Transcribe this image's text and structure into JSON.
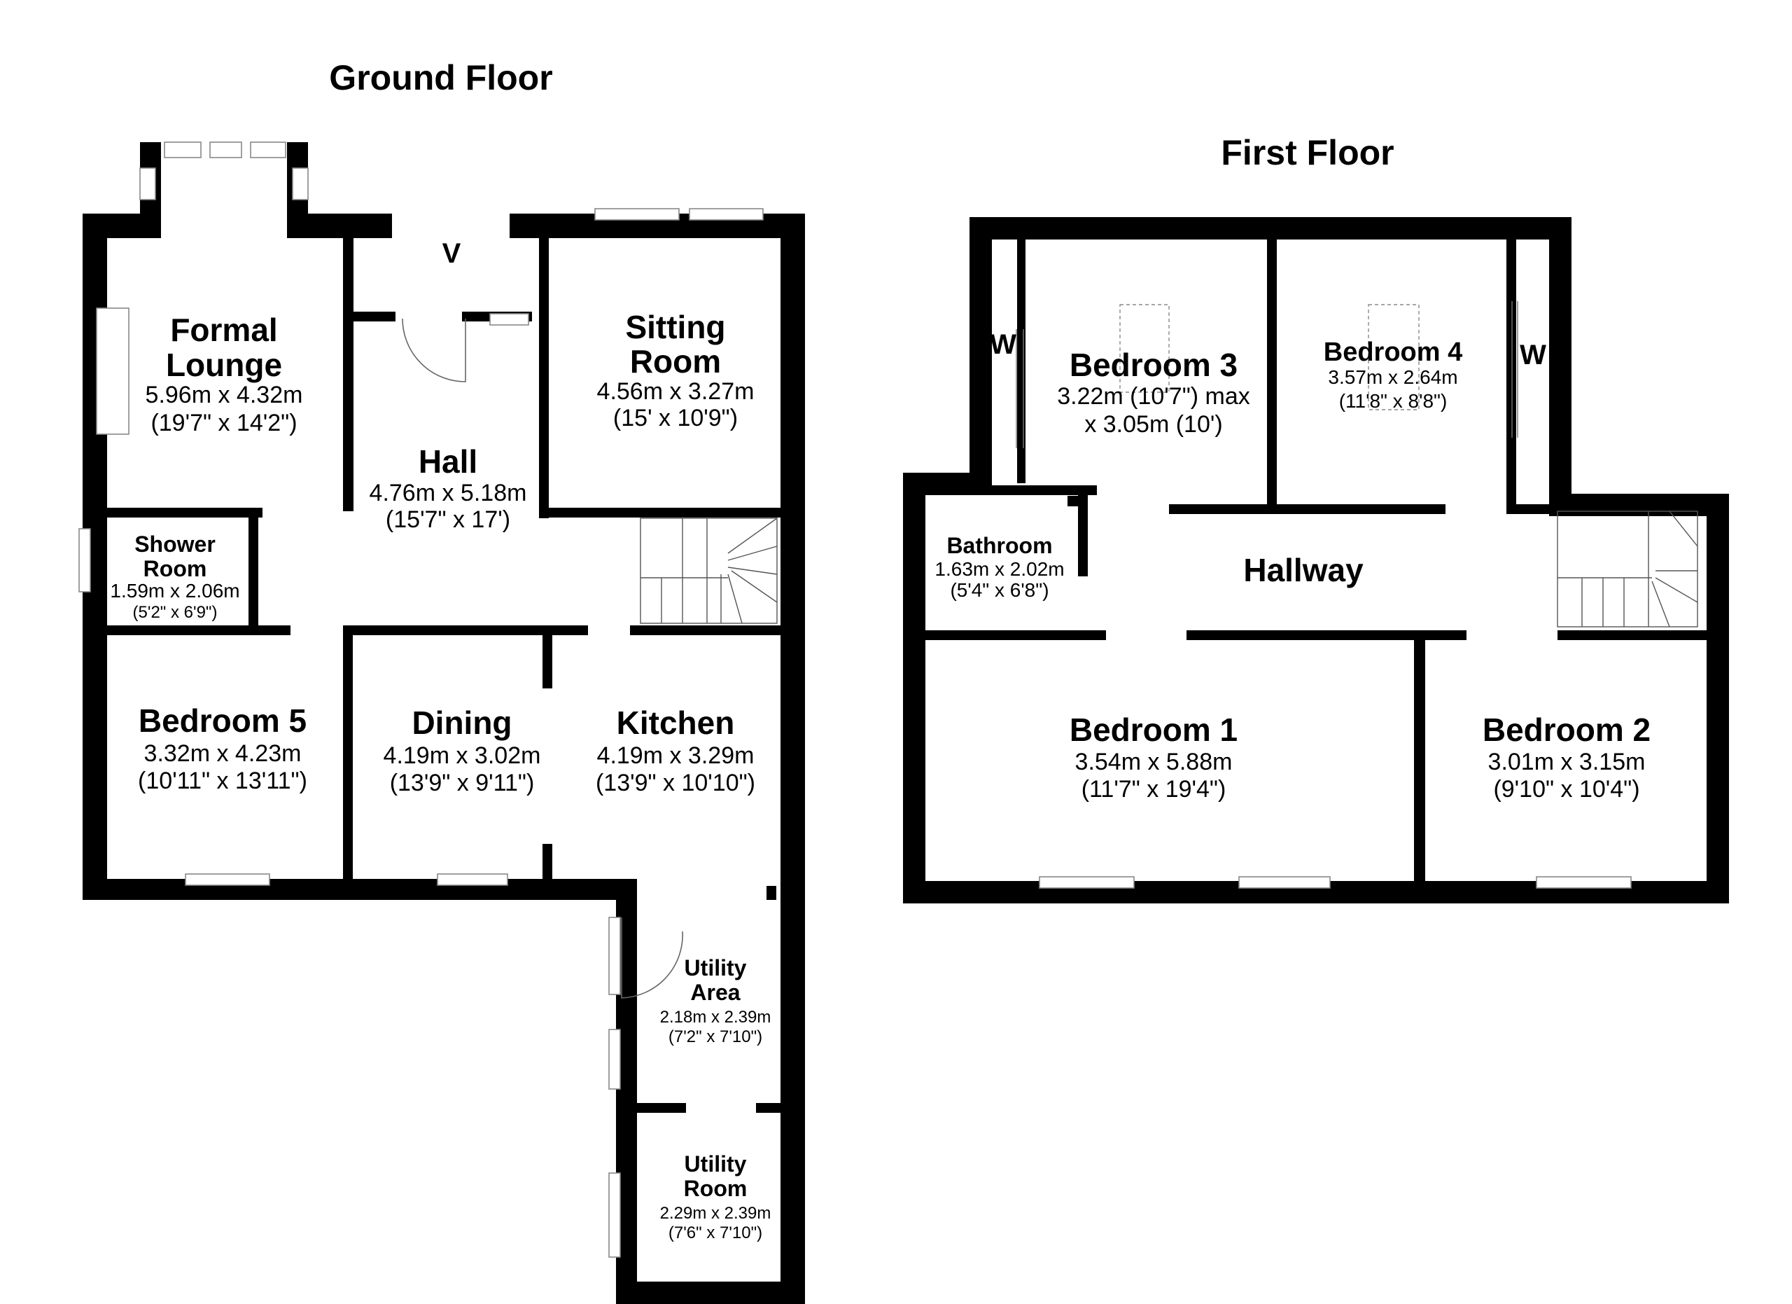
{
  "titles": {
    "ground": "Ground Floor",
    "first": "First Floor"
  },
  "ground": {
    "formal_lounge": {
      "name1": "Formal",
      "name2": "Lounge",
      "dim": "5.96m x 4.32m",
      "imp": "(19'7\" x 14'2\")"
    },
    "hall": {
      "name": "Hall",
      "dim": "4.76m x 5.18m",
      "imp": "(15'7\" x 17')"
    },
    "sitting_room": {
      "name1": "Sitting",
      "name2": "Room",
      "dim": "4.56m x 3.27m",
      "imp": "(15' x 10'9\")"
    },
    "shower_room": {
      "name1": "Shower",
      "name2": "Room",
      "dim": "1.59m x 2.06m",
      "imp": "(5'2\" x 6'9\")"
    },
    "bedroom5": {
      "name": "Bedroom 5",
      "dim": "3.32m x 4.23m",
      "imp": "(10'11\" x 13'11\")"
    },
    "dining": {
      "name": "Dining",
      "dim": "4.19m x 3.02m",
      "imp": "(13'9\" x 9'11\")"
    },
    "kitchen": {
      "name": "Kitchen",
      "dim": "4.19m x 3.29m",
      "imp": "(13'9\" x 10'10\")"
    },
    "utility_area": {
      "name1": "Utility",
      "name2": "Area",
      "dim": "2.18m x 2.39m",
      "imp": "(7'2\" x 7'10\")"
    },
    "utility_room": {
      "name1": "Utility",
      "name2": "Room",
      "dim": "2.29m x 2.39m",
      "imp": "(7'6\" x 7'10\")"
    },
    "vestibule_mark": "V"
  },
  "first": {
    "bedroom3": {
      "name": "Bedroom 3",
      "dim": "3.22m (10'7\") max",
      "dim2": "x 3.05m (10')"
    },
    "bedroom4": {
      "name": "Bedroom 4",
      "dim": "3.57m x 2.64m",
      "imp": "(11'8\" x 8'8\")"
    },
    "bathroom": {
      "name": "Bathroom",
      "dim": "1.63m x 2.02m",
      "imp": "(5'4\" x 6'8\")"
    },
    "hallway": {
      "name": "Hallway"
    },
    "bedroom1": {
      "name": "Bedroom 1",
      "dim": "3.54m x 5.88m",
      "imp": "(11'7\" x 19'4\")"
    },
    "bedroom2": {
      "name": "Bedroom 2",
      "dim": "3.01m x 3.15m",
      "imp": "(9'10\" x 10'4\")"
    },
    "wardrobe_mark": "W"
  }
}
